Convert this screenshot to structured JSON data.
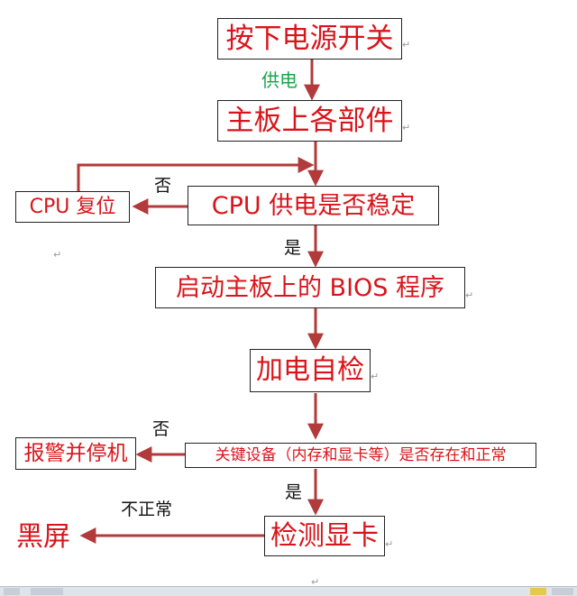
{
  "diagram": {
    "nodes": {
      "power_button": "按下电源开关",
      "board_parts": "主板上各部件",
      "cpu_reset": "CPU  复位",
      "cpu_power_check": "CPU 供电是否稳定",
      "bios_start": "启动主板上的 BIOS 程序",
      "post": "加电自检",
      "alarm_halt": "报警并停机",
      "key_devices_check": "关键设备（内存和显卡等）是否存在和正常",
      "gpu_detect": "检测显卡",
      "black_screen": "黑屏"
    },
    "edge_labels": {
      "power_supply": "供电",
      "no_1": "否",
      "yes_1": "是",
      "no_2": "否",
      "yes_2": "是",
      "abnormal": "不正常"
    }
  },
  "colors": {
    "node_text": "#d9141a",
    "arrow": "#b23a3a",
    "edge_label": "#111111",
    "power_label": "#1aa64a"
  }
}
